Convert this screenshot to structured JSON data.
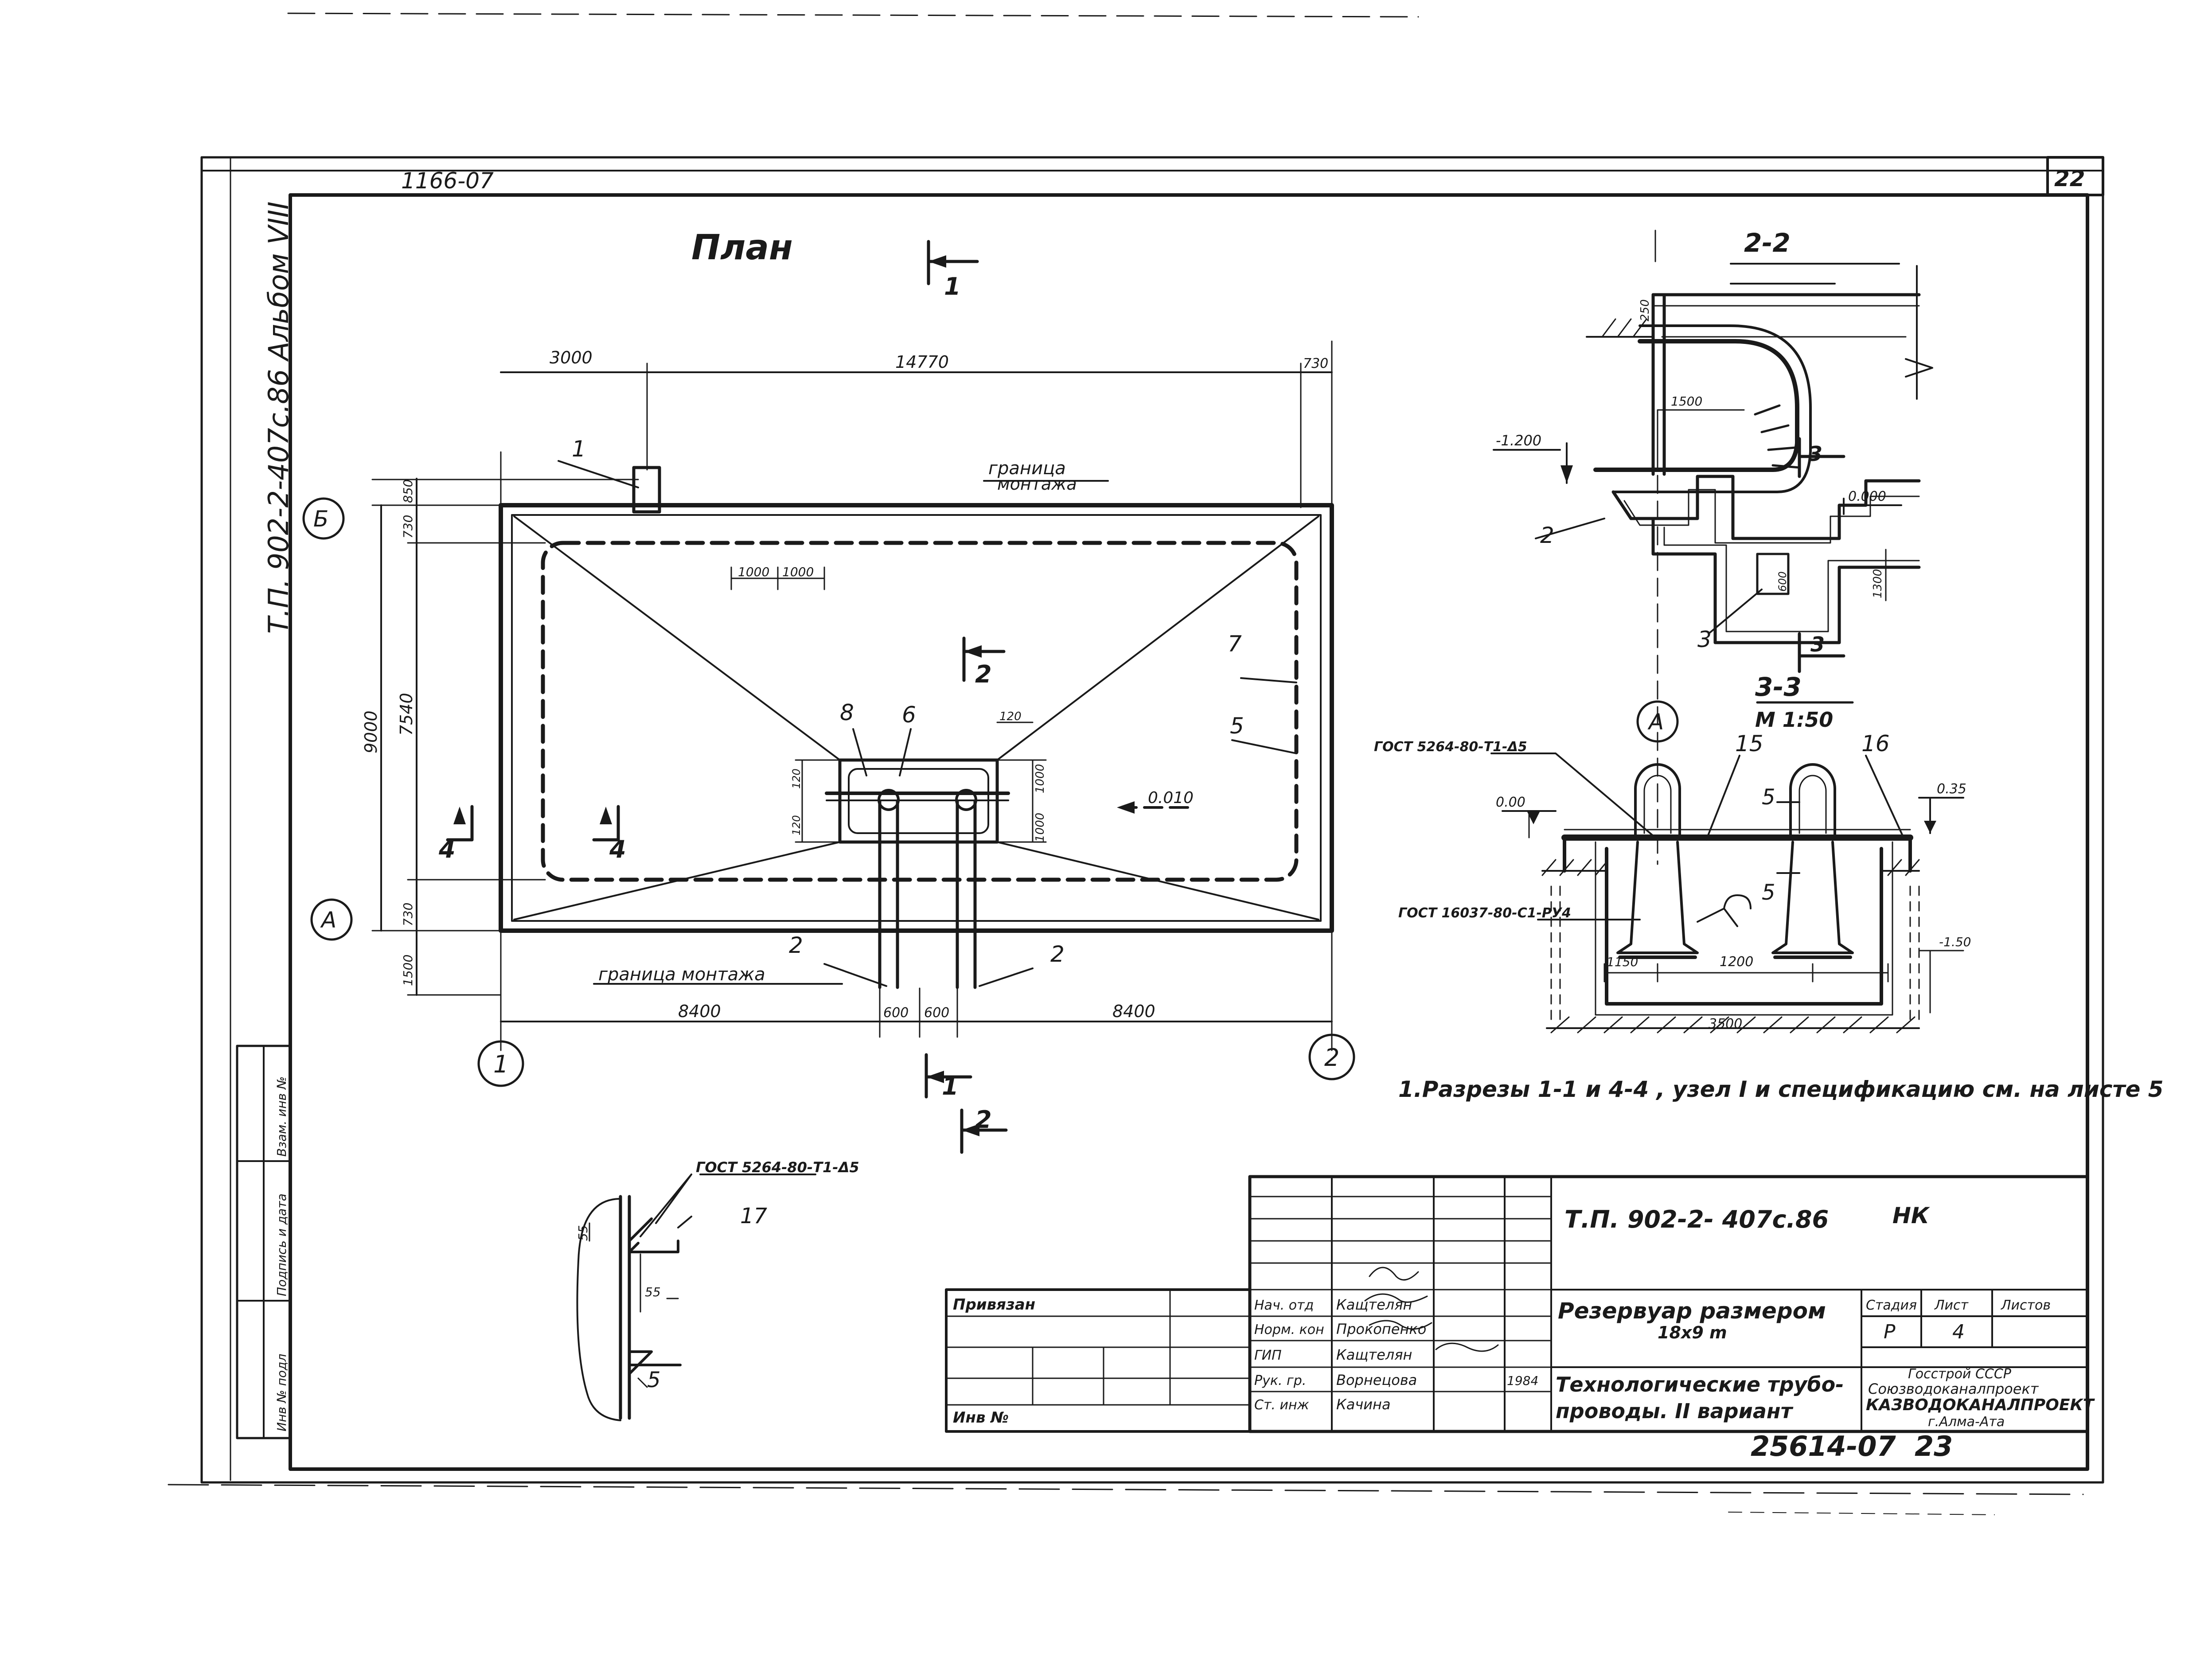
{
  "sheet": {
    "corner_code": "1166-07",
    "sheet_no": "22",
    "vertical_title": "Т.П. 902-2-407с.86  Альбом VIII",
    "bottom_code": "25614-07",
    "bottom_page": "23"
  },
  "plan": {
    "title": "План",
    "dims": {
      "top_left": "3000",
      "top_total": "14770",
      "top_right": "730",
      "inner_a": "1000",
      "inner_b": "1000",
      "left_total": "9000",
      "left_inner": "7540",
      "left_top_a": "850",
      "left_top_b": "730",
      "left_bot_a": "730",
      "left_bot_b": "1500",
      "sump_right_a": "120",
      "sump_right_b": "1000",
      "sump_right_c": "1000",
      "sump_left_a": "120",
      "sump_left_b": "120",
      "bottom_left": "8400",
      "bottom_mid_a": "600",
      "bottom_mid_b": "600",
      "bottom_right": "8400"
    },
    "level": "0.010",
    "boundary_top": [
      "граница",
      "монтажа"
    ],
    "boundary_bottom": "граница  монтажа",
    "axes": {
      "b": "Б",
      "a": "А",
      "one": "1",
      "two": "2"
    },
    "callouts": [
      "1",
      "2",
      "2",
      "5",
      "6",
      "7",
      "8"
    ],
    "sections": {
      "s1": "1",
      "s2": "2",
      "s4": "4"
    }
  },
  "section_22": {
    "title": "2-2",
    "dims": {
      "top": "250",
      "horiz": "1500",
      "sump": "1300",
      "sump_b": "600"
    },
    "levels": {
      "left": "-1.200",
      "right": "0.000"
    },
    "callouts": [
      "2",
      "3"
    ],
    "cut": "3"
  },
  "section_33": {
    "title": "3-3",
    "scale": "М 1:50",
    "axis": "А",
    "gost_top": "ГОСТ 5264-80-Т1-Δ5",
    "gost_bottom": "ГОСТ 16037-80-С1-РУ4",
    "levels": {
      "left": "0.00",
      "right": "0.35",
      "bottom": "-1.50"
    },
    "dims": {
      "a": "1150",
      "b": "1200",
      "total": "3500"
    },
    "callouts": [
      "15",
      "16",
      "5",
      "5"
    ]
  },
  "note": {
    "line1": "1.Разрезы  1-1  и  4-4  , узел I и спецификацию  см.  на  листе  5"
  },
  "detail": {
    "gost": "ГОСТ 5264-80-Т1-Δ5",
    "callouts": [
      "17",
      "5"
    ],
    "dims": [
      "55",
      "55"
    ]
  },
  "side_stamp": [
    "Взам. инв №",
    "Подпись и дата",
    "Инв № подл"
  ],
  "title_block": {
    "code": "Т.П. 902-2- 407с.86",
    "mark": "НК",
    "privyazan": "Привязан",
    "inv": "Инв №",
    "signers": [
      {
        "role": "Нач. отд",
        "name": "Кащтелян"
      },
      {
        "role": "Норм. кон",
        "name": "Прокопенко"
      },
      {
        "role": "ГИП",
        "name": "Кащтелян"
      },
      {
        "role": "Рук. гр.",
        "name": "Ворнецова"
      },
      {
        "role": "Ст. инж",
        "name": "Качина"
      }
    ],
    "year": "1984",
    "object_line1": "Резервуар размером",
    "object_line2": "18х9 m",
    "sheet_line1": "Технологические трубо-",
    "sheet_line2": "проводы.  II вариант",
    "stage_h": "Стадия",
    "sheet_h": "Лист",
    "sheets_h": "Листов",
    "stage": "Р",
    "sheet": "4",
    "org1": "Госстрой СССР",
    "org2": "Союзводоканалпроект",
    "org3": "КАЗВОДОКАНАЛПРОЕКТ",
    "org4": "г.Алма-Ата"
  }
}
